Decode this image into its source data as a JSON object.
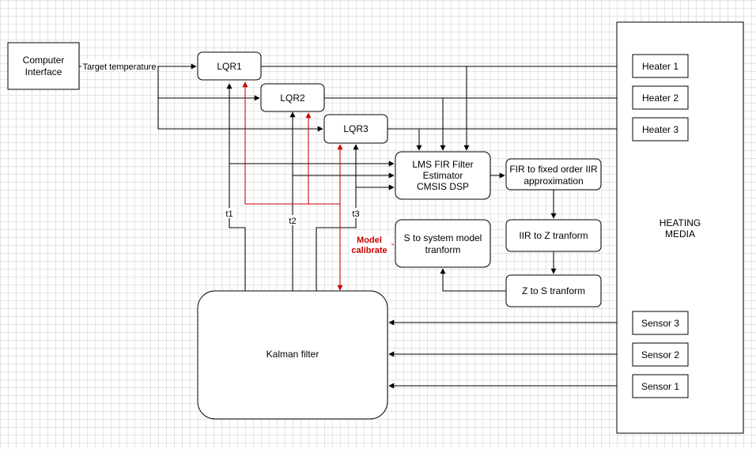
{
  "blocks": {
    "computer_interface": [
      "Computer",
      "Interface"
    ],
    "lqr1": "LQR1",
    "lqr2": "LQR2",
    "lqr3": "LQR3",
    "lms": [
      "LMS FIR Filter",
      "Estimator",
      "CMSIS DSP"
    ],
    "fir_iir": [
      "FIR to fixed order IIR",
      "approximation"
    ],
    "iir_z": "IIR to Z tranform",
    "z_s": "Z to S tranform",
    "s_system": [
      "S to system model",
      "tranform"
    ],
    "kalman": "Kalman filter",
    "heating_media": [
      "HEATING",
      "MEDIA"
    ],
    "heater1": "Heater 1",
    "heater2": "Heater 2",
    "heater3": "Heater 3",
    "sensor1": "Sensor 1",
    "sensor2": "Sensor 2",
    "sensor3": "Sensor 3"
  },
  "edge_labels": {
    "target_temperature": "Target temperature",
    "t1": "t1",
    "t2": "t2",
    "t3": "t3",
    "model_calibrate": [
      "Model",
      "calibrate"
    ]
  },
  "colors": {
    "box_stroke": "#000000",
    "calibration_wire": "#cc0000",
    "grid": "#e4e4e4"
  }
}
